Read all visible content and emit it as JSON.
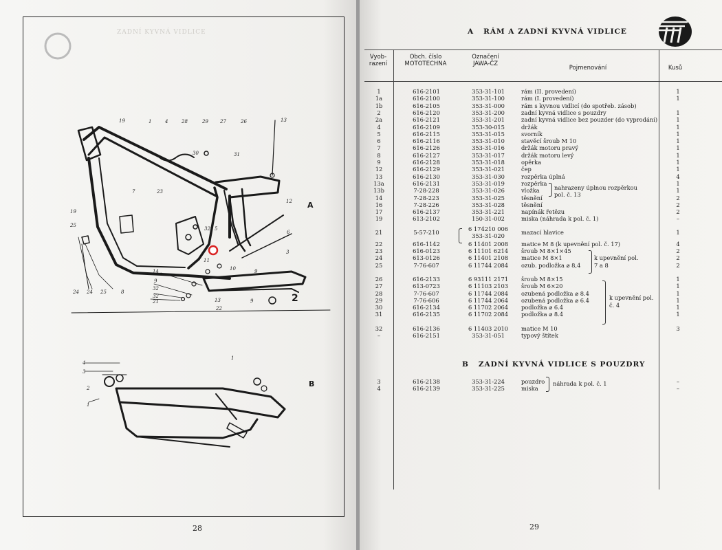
{
  "left_page": {
    "page_number": "28",
    "figure_labels": {
      "A": "A",
      "B": "B",
      "two": "2"
    },
    "callouts": [
      "19",
      "1",
      "4",
      "28",
      "29",
      "27",
      "26",
      "13",
      "30",
      "31",
      "7",
      "23",
      "12",
      "32",
      "5",
      "6",
      "3",
      "11",
      "10",
      "9",
      "24",
      "24",
      "25",
      "8",
      "14",
      "9",
      "32",
      "32",
      "21",
      "13",
      "9",
      "22",
      "1",
      "2",
      "3",
      "4",
      "1"
    ]
  },
  "right_page": {
    "page_number": "29",
    "section_a": {
      "letter": "A",
      "title": "RÁM A ZADNÍ KYVNÁ VIDLICE"
    },
    "section_b": {
      "letter": "B",
      "title": "ZADNÍ KYVNÁ VIDLICE S POUZDRY"
    },
    "headers": {
      "pos": "Vyob-\nrazení",
      "mototechna": "Obch. číslo\nMOTOTECHNA",
      "jawa": "Označení\nJAWA-ČZ",
      "name": "Pojmenování",
      "qty": "Kusů"
    },
    "rows_a": [
      {
        "pos": "1",
        "moto": "616-2101",
        "jawa": "353-31-101",
        "name": "rám (II. provedení)",
        "qty": "1"
      },
      {
        "pos": "1a",
        "moto": "616-2100",
        "jawa": "353-31-100",
        "name": "rám (I. provedení)",
        "qty": "1"
      },
      {
        "pos": "1b",
        "moto": "616-2105",
        "jawa": "353-31-000",
        "name": "rám s kyvnou vidlicí (do spotřeb. zásob)",
        "qty": ""
      },
      {
        "pos": "2",
        "moto": "616-2120",
        "jawa": "353-31-200",
        "name": "zadní kyvná vidlice s pouzdry",
        "qty": "1"
      },
      {
        "pos": "2a",
        "moto": "616-2121",
        "jawa": "353-31-201",
        "name": "zadní kyvná vidlice bez pouzder (do vyprodání)",
        "qty": "1"
      },
      {
        "pos": "4",
        "moto": "616-2109",
        "jawa": "353-30-015",
        "name": "držák",
        "qty": "1"
      },
      {
        "pos": "5",
        "moto": "616-2115",
        "jawa": "353-31-015",
        "name": "svorník",
        "qty": "1"
      },
      {
        "pos": "6",
        "moto": "616-2116",
        "jawa": "353-31-010",
        "name": "stavěcí šroub M 10",
        "qty": "1"
      },
      {
        "pos": "7",
        "moto": "616-2126",
        "jawa": "353-31-016",
        "name": "držák motoru pravý",
        "qty": "1"
      },
      {
        "pos": "8",
        "moto": "616-2127",
        "jawa": "353-31-017",
        "name": "držák motoru levý",
        "qty": "1"
      },
      {
        "pos": "9",
        "moto": "616-2128",
        "jawa": "353-31-018",
        "name": "opěrka",
        "qty": "1"
      },
      {
        "pos": "12",
        "moto": "616-2129",
        "jawa": "353-31-021",
        "name": "čep",
        "qty": "1"
      },
      {
        "pos": "13",
        "moto": "616-2130",
        "jawa": "353-31-030",
        "name": "rozpěrka úplná",
        "qty": "4"
      },
      {
        "pos": "13a",
        "moto": "616-2131",
        "jawa": "353-31-019",
        "name": "rozpěrka",
        "qty": "1"
      },
      {
        "pos": "13b",
        "moto": "7-28-228",
        "jawa": "353-31-026",
        "name": "vložka",
        "qty": "1"
      },
      {
        "pos": "14",
        "moto": "7-28-223",
        "jawa": "353-31-025",
        "name": "těsnění",
        "qty": "2"
      },
      {
        "pos": "16",
        "moto": "7-28-226",
        "jawa": "353-31-028",
        "name": "těsnění",
        "qty": "2"
      },
      {
        "pos": "17",
        "moto": "616-2137",
        "jawa": "353-31-221",
        "name": "napínák řetězu",
        "qty": "2"
      },
      {
        "pos": "19",
        "moto": "613-2102",
        "jawa": "150-31-002",
        "name": "miska (náhrada k pol. č. 1)",
        "qty": "–"
      }
    ],
    "row_21": {
      "pos": "21",
      "moto": "5-57-210",
      "jawa1": "6 174210 006",
      "jawa2": "353-31-020",
      "name": "mazací hlavice",
      "qty": "1"
    },
    "rows_a2": [
      {
        "pos": "22",
        "moto": "616-1142",
        "jawa": "6 11401 2008",
        "name": "matice M 8 (k upevnění pol. č. 17)",
        "qty": "4"
      },
      {
        "pos": "23",
        "moto": "616-0123",
        "jawa": "6 11101 6214",
        "name": "šroub M 8×1×45",
        "qty": "2"
      },
      {
        "pos": "24",
        "moto": "613-0126",
        "jawa": "6 11401 2108",
        "name": "matice M 8×1",
        "qty": "2"
      },
      {
        "pos": "25",
        "moto": "7-76-607",
        "jawa": "6 11744 2084",
        "name": "ozub. podložka ⌀ 8,4",
        "qty": "2"
      }
    ],
    "rows_a3": [
      {
        "pos": "26",
        "moto": "616-2133",
        "jawa": "6 93111 2171",
        "name": "šroub M 8×15",
        "qty": "1"
      },
      {
        "pos": "27",
        "moto": "613-0723",
        "jawa": "6 11103 2103",
        "name": "šroub M 6×20",
        "qty": "1"
      },
      {
        "pos": "28",
        "moto": "7-76-607",
        "jawa": "6 11744 2084",
        "name": "ozubená podložka ⌀ 8.4",
        "qty": "1"
      },
      {
        "pos": "29",
        "moto": "7-76-606",
        "jawa": "6 11744 2064",
        "name": "ozubená podložka ⌀ 6.4",
        "qty": "1"
      },
      {
        "pos": "30",
        "moto": "616-2134",
        "jawa": "6 11702 2064",
        "name": "podložka ⌀ 6.4",
        "qty": "1"
      },
      {
        "pos": "31",
        "moto": "616-2135",
        "jawa": "6 11702 2084",
        "name": "podložka ⌀ 8.4",
        "qty": "1"
      }
    ],
    "rows_a4": [
      {
        "pos": "32",
        "moto": "616-2136",
        "jawa": "6 11403 2010",
        "name": "matice M 10",
        "qty": "3"
      },
      {
        "pos": "–",
        "moto": "616-2151",
        "jawa": "353-31-051",
        "name": "typový štítek",
        "qty": ""
      }
    ],
    "rows_b": [
      {
        "pos": "3",
        "moto": "616-2138",
        "jawa": "353-31-224",
        "name": "pouzdro",
        "qty": "–"
      },
      {
        "pos": "4",
        "moto": "616-2139",
        "jawa": "353-31-225",
        "name": "miska",
        "qty": "–"
      }
    ],
    "notes": {
      "n13": "nahrazeny úplnou rozpěrkou",
      "n13b": "pol. č. 13",
      "n23": "k upevnění pol.",
      "n23b": "7 a 8",
      "n26": "k upevnění pol.",
      "n26b": "č. 4",
      "nb": "náhrada k pol. č. 1"
    }
  }
}
